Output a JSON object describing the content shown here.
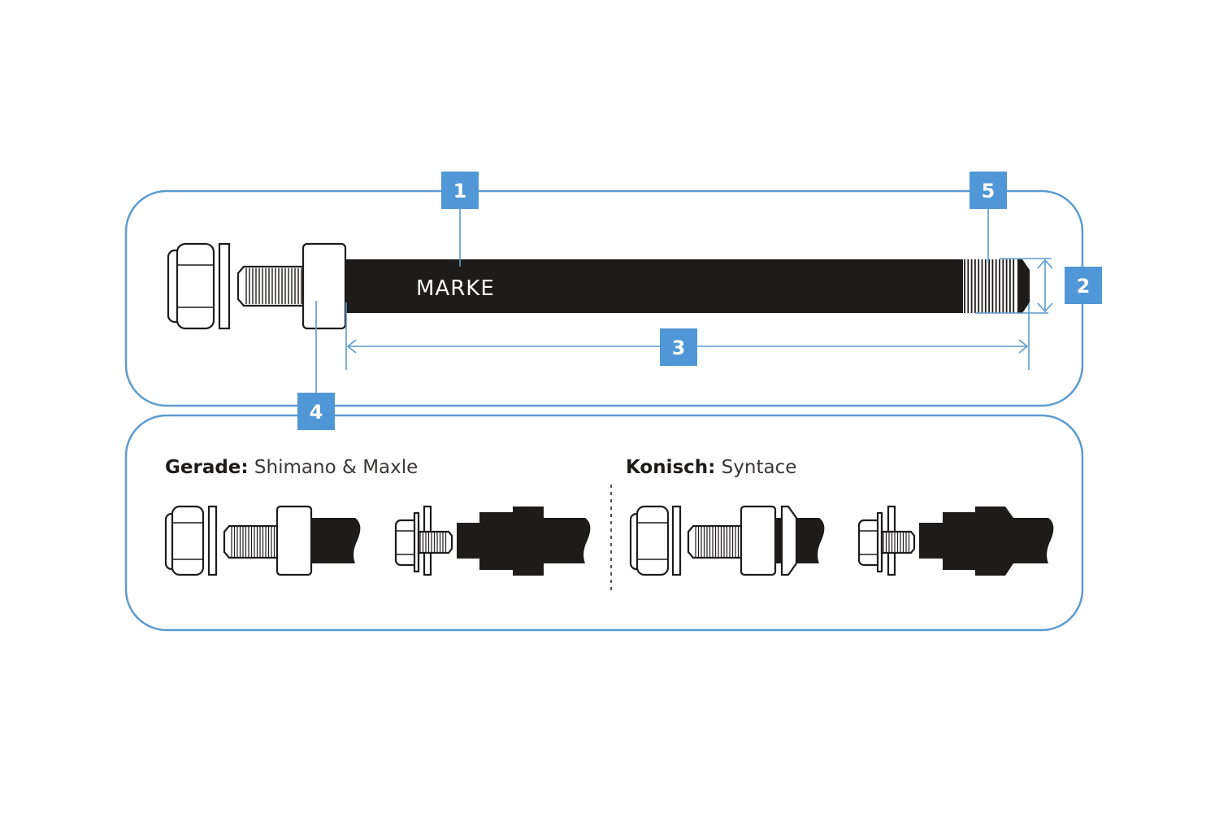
{
  "diagram": {
    "accent_color": "#4f97d6",
    "axle_color": "#1e1b1b",
    "brand_text": "MARKE",
    "callouts": [
      {
        "id": "1",
        "label": "1"
      },
      {
        "id": "2",
        "label": "2"
      },
      {
        "id": "3",
        "label": "3"
      },
      {
        "id": "4",
        "label": "4"
      },
      {
        "id": "5",
        "label": "5"
      }
    ],
    "variants": [
      {
        "bold": "Gerade:",
        "rest": " Shimano & Maxle"
      },
      {
        "bold": "Konisch:",
        "rest": " Syntace"
      }
    ]
  }
}
